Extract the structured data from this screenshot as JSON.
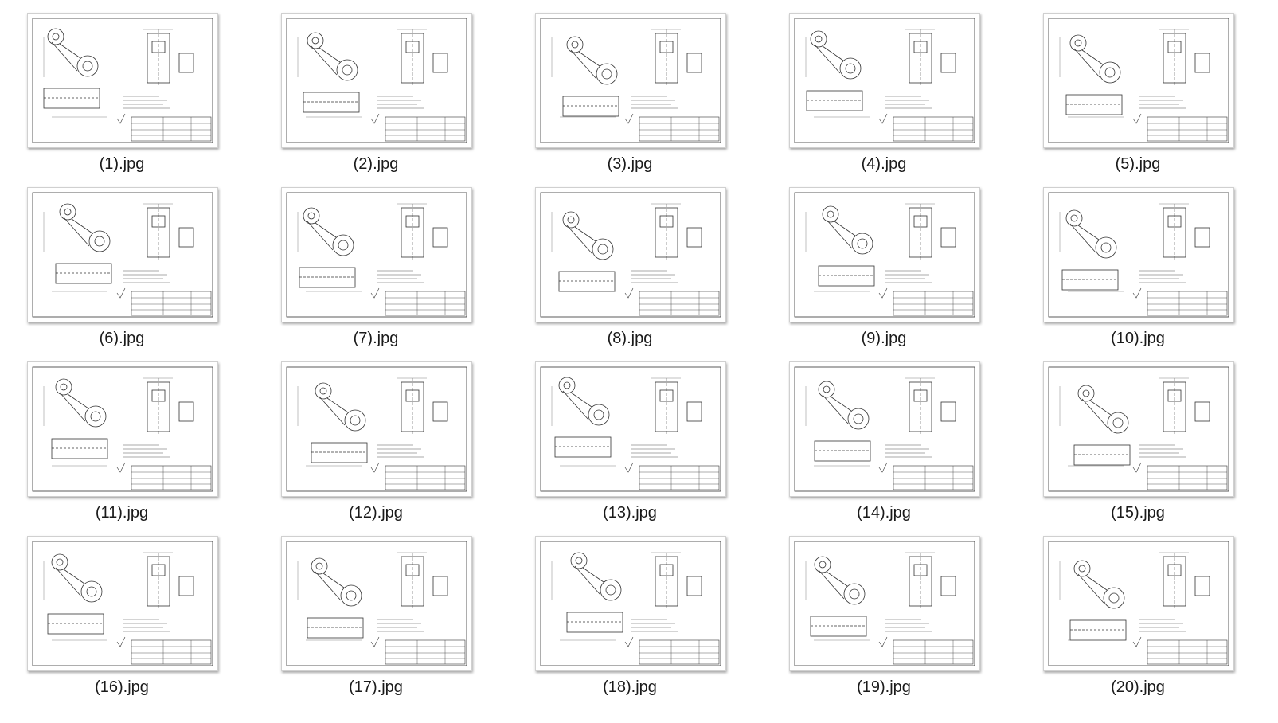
{
  "files": [
    {
      "name": "(1).jpg"
    },
    {
      "name": "(2).jpg"
    },
    {
      "name": "(3).jpg"
    },
    {
      "name": "(4).jpg"
    },
    {
      "name": "(5).jpg"
    },
    {
      "name": "(6).jpg"
    },
    {
      "name": "(7).jpg"
    },
    {
      "name": "(8).jpg"
    },
    {
      "name": "(9).jpg"
    },
    {
      "name": "(10).jpg"
    },
    {
      "name": "(11).jpg"
    },
    {
      "name": "(12).jpg"
    },
    {
      "name": "(13).jpg"
    },
    {
      "name": "(14).jpg"
    },
    {
      "name": "(15).jpg"
    },
    {
      "name": "(16).jpg"
    },
    {
      "name": "(17).jpg"
    },
    {
      "name": "(18).jpg"
    },
    {
      "name": "(19).jpg"
    },
    {
      "name": "(20).jpg"
    }
  ],
  "colors": {
    "label_text": "#1a1a1a",
    "drawing_line": "#333333",
    "thumb_border": "#d0d0d0"
  },
  "icons": {
    "thumbnail": "engineering-drawing-thumbnail-icon"
  }
}
